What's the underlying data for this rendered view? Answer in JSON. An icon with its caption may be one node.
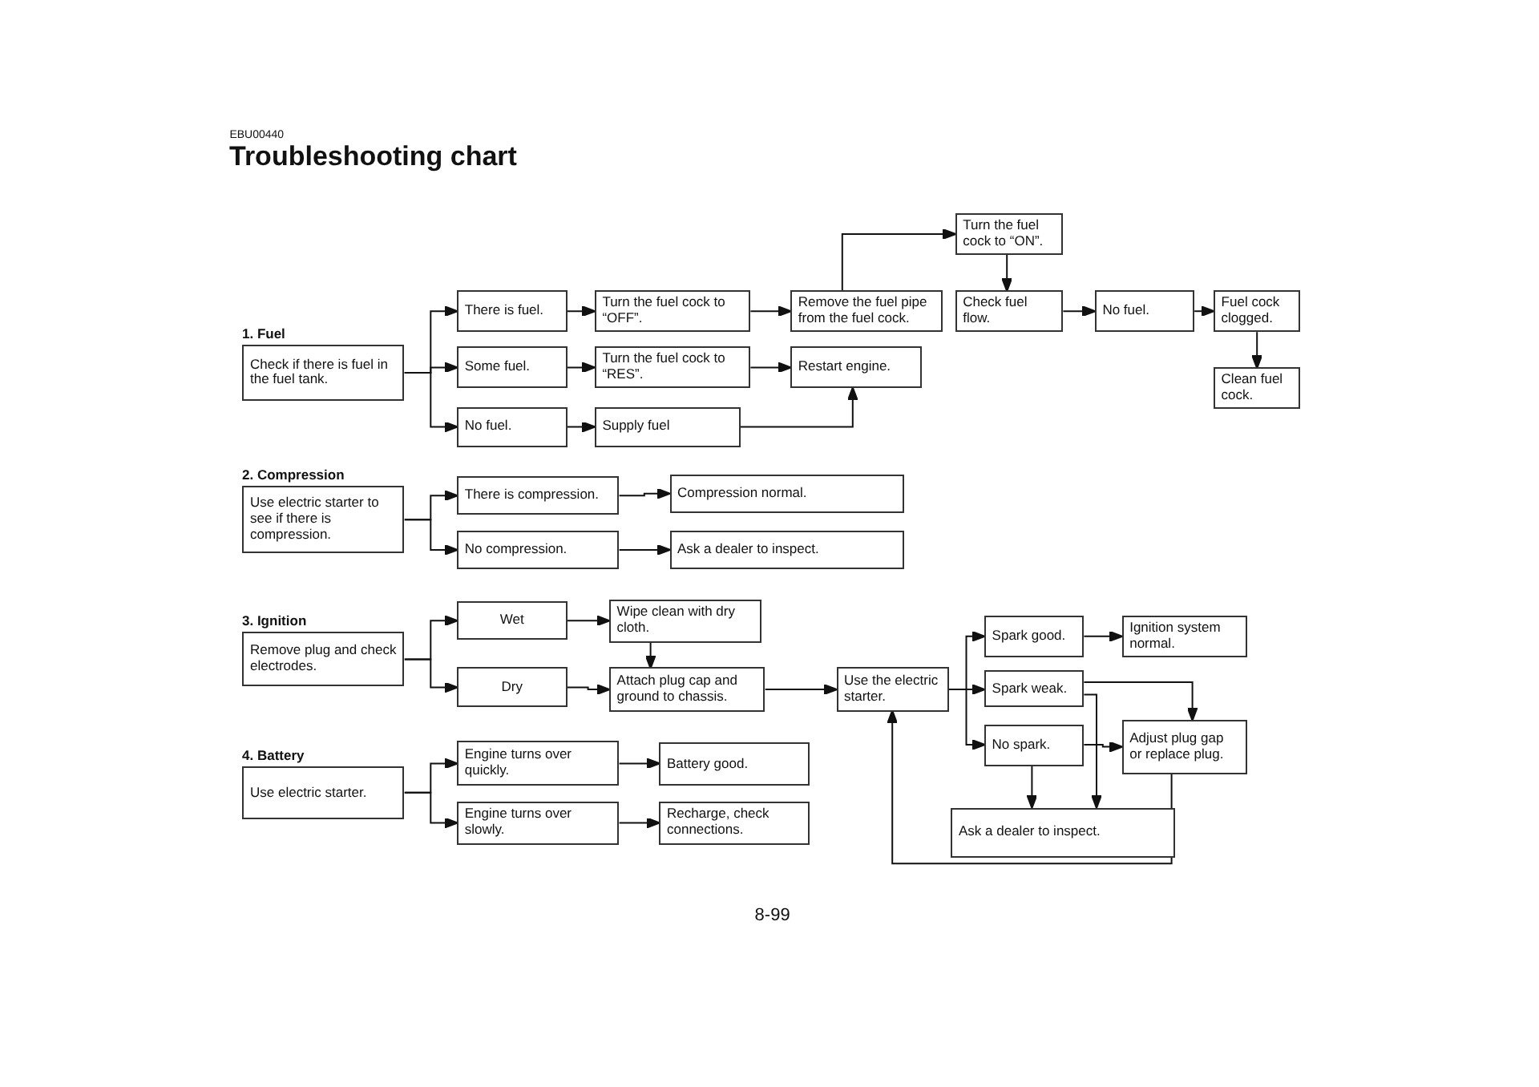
{
  "diagram": {
    "title": "Troubleshooting chart",
    "nodes": [
      {
        "text": [
          "1. Fuel",
          "Check if there is fuel in the fuel tank."
        ]
      },
      {
        "text": [
          "There is fuel."
        ]
      },
      {
        "text": [
          "Turn the fuel cock to “OFF”."
        ]
      },
      {
        "text": [
          "Remove the fuel pipe from the fuel cock."
        ]
      },
      {
        "text": [
          "Turn the fuel cock to “ON”."
        ]
      },
      {
        "text": [
          "Check fuel flow."
        ]
      },
      {
        "text": [
          "No fuel."
        ]
      },
      {
        "text": [
          "Fuel cock clogged."
        ]
      },
      {
        "text": [
          "Clean fuel cock."
        ]
      },
      {
        "text": [
          "Some fuel."
        ]
      },
      {
        "text": [
          "Turn the fuel cock to “RES”."
        ]
      },
      {
        "text": [
          "Restart engine."
        ]
      },
      {
        "text": [
          "No fuel."
        ]
      },
      {
        "text": [
          "Supply fuel"
        ]
      },
      {
        "text": [
          "2. Compression",
          "Use electric starter to see if there is compression."
        ]
      },
      {
        "text": [
          "There is compression."
        ]
      },
      {
        "text": [
          "Compression normal."
        ]
      },
      {
        "text": [
          "No compression."
        ]
      },
      {
        "text": [
          "Ask a dealer to inspect."
        ]
      },
      {
        "text": [
          "3. Ignition",
          "Remove plug and check electrodes."
        ]
      },
      {
        "text": [
          "Wet"
        ]
      },
      {
        "text": [
          "Wipe clean with dry cloth."
        ]
      },
      {
        "text": [
          "Dry"
        ]
      },
      {
        "text": [
          "Attach plug cap and ground to chassis."
        ]
      },
      {
        "text": [
          "Use the electric starter."
        ]
      },
      {
        "text": [
          "Spark good."
        ]
      },
      {
        "text": [
          "Ignition system normal."
        ]
      },
      {
        "text": [
          "Spark weak."
        ]
      },
      {
        "text": [
          "No spark."
        ]
      },
      {
        "text": [
          "Adjust plug gap or replace plug."
        ]
      },
      {
        "text": [
          "Ask a dealer to inspect."
        ]
      },
      {
        "text": [
          "4. Battery",
          "Use electric starter."
        ]
      },
      {
        "text": [
          "Engine turns over quickly."
        ]
      },
      {
        "text": [
          "Battery good."
        ]
      },
      {
        "text": [
          "Engine turns over slowly."
        ]
      },
      {
        "text": [
          "Recharge, check connections."
        ]
      }
    ],
    "edges": [
      {
        "from": 0,
        "to": 1,
        "arrow": "to"
      },
      {
        "from": 0,
        "to": 9,
        "arrow": "to"
      },
      {
        "from": 0,
        "to": 12,
        "arrow": "to"
      },
      {
        "from": 1,
        "to": 2,
        "arrow": "to"
      },
      {
        "from": 2,
        "to": 3,
        "arrow": "to"
      },
      {
        "from": 3,
        "to": 4,
        "arrow": "to"
      },
      {
        "from": 4,
        "to": 5,
        "arrow": "to"
      },
      {
        "from": 5,
        "to": 6,
        "arrow": "to"
      },
      {
        "from": 6,
        "to": 7,
        "arrow": "to"
      },
      {
        "from": 7,
        "to": 8,
        "arrow": "to"
      },
      {
        "from": 9,
        "to": 10,
        "arrow": "to"
      },
      {
        "from": 10,
        "to": 11,
        "arrow": "to"
      },
      {
        "from": 12,
        "to": 13,
        "arrow": "to"
      },
      {
        "from": 13,
        "to": 11,
        "arrow": "to"
      },
      {
        "from": 14,
        "to": 15,
        "arrow": "to"
      },
      {
        "from": 14,
        "to": 17,
        "arrow": "to"
      },
      {
        "from": 15,
        "to": 16,
        "arrow": "to"
      },
      {
        "from": 17,
        "to": 18,
        "arrow": "to"
      },
      {
        "from": 19,
        "to": 20,
        "arrow": "to"
      },
      {
        "from": 19,
        "to": 22,
        "arrow": "to"
      },
      {
        "from": 20,
        "to": 21,
        "arrow": "to"
      },
      {
        "from": 21,
        "to": 23,
        "arrow": "to"
      },
      {
        "from": 22,
        "to": 23,
        "arrow": "to"
      },
      {
        "from": 23,
        "to": 24,
        "arrow": "to"
      },
      {
        "from": 24,
        "to": 25,
        "arrow": "to"
      },
      {
        "from": 24,
        "to": 27,
        "arrow": "to"
      },
      {
        "from": 24,
        "to": 28,
        "arrow": "to"
      },
      {
        "from": 25,
        "to": 26,
        "arrow": "to"
      },
      {
        "from": 27,
        "to": 29,
        "arrow": "to"
      },
      {
        "from": 27,
        "to": 30,
        "arrow": "to"
      },
      {
        "from": 28,
        "to": 29,
        "arrow": "to"
      },
      {
        "from": 28,
        "to": 30,
        "arrow": "to"
      },
      {
        "from": 29,
        "to": 24,
        "arrow": "to"
      },
      {
        "from": 31,
        "to": 32,
        "arrow": "to"
      },
      {
        "from": 31,
        "to": 34,
        "arrow": "to"
      },
      {
        "from": 32,
        "to": 33,
        "arrow": "to"
      },
      {
        "from": 34,
        "to": 35,
        "arrow": "to"
      }
    ],
    "labels": [
      "EBU00440",
      "8-99"
    ]
  }
}
